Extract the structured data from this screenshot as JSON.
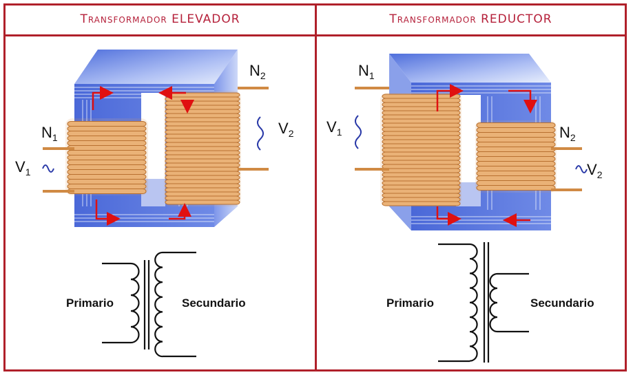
{
  "panels": {
    "left": {
      "title": "Transformador ELEVADOR",
      "n1": "N",
      "n1_sub": "1",
      "n2": "N",
      "n2_sub": "2",
      "v1": "V",
      "v1_sub": "1",
      "v2": "V",
      "v2_sub": "2",
      "primary_label": "Primario",
      "secondary_label": "Secundario"
    },
    "right": {
      "title": "Transformador REDUCTOR",
      "n1": "N",
      "n1_sub": "1",
      "n2": "N",
      "n2_sub": "2",
      "v1": "V",
      "v1_sub": "1",
      "v2": "V",
      "v2_sub": "2",
      "primary_label": "Primario",
      "secondary_label": "Secundario"
    }
  },
  "colors": {
    "border": "#b0202a",
    "title": "#b5203a",
    "core": "#5a7be0",
    "core_light": "#b9c8f5",
    "coil": "#e0a060",
    "flux_arrow": "#e01010",
    "ac_symbol": "#2a3aa8"
  }
}
